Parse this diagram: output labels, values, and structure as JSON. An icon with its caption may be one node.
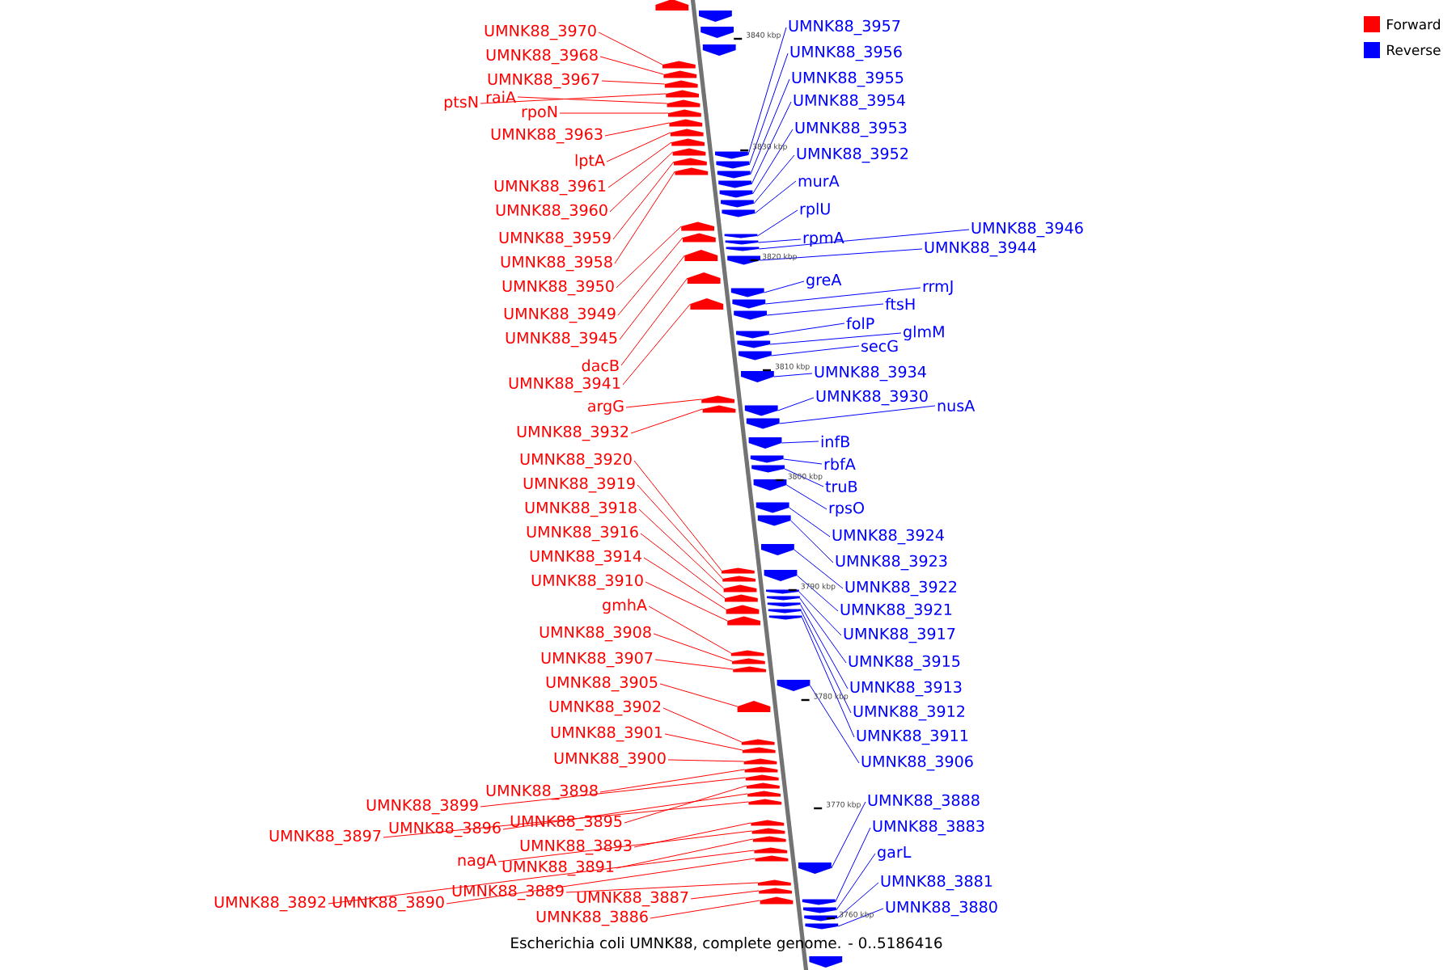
{
  "diagram": {
    "caption": "Escherichia coli UMNK88, complete genome. - 0..5186416",
    "nodes": [
      {
        "text": [
          "UMNK88_3970"
        ]
      },
      {
        "text": [
          "UMNK88_3968"
        ]
      },
      {
        "text": [
          "UMNK88_3967"
        ]
      },
      {
        "text": [
          "ptsN"
        ]
      },
      {
        "text": [
          "raiA"
        ]
      },
      {
        "text": [
          "rpoN"
        ]
      },
      {
        "text": [
          "UMNK88_3963"
        ]
      },
      {
        "text": [
          "lptA"
        ]
      },
      {
        "text": [
          "UMNK88_3961"
        ]
      },
      {
        "text": [
          "UMNK88_3960"
        ]
      },
      {
        "text": [
          "UMNK88_3959"
        ]
      },
      {
        "text": [
          "UMNK88_3958"
        ]
      },
      {
        "text": [
          "UMNK88_3950"
        ]
      },
      {
        "text": [
          "UMNK88_3949"
        ]
      },
      {
        "text": [
          "UMNK88_3945"
        ]
      },
      {
        "text": [
          "dacB"
        ]
      },
      {
        "text": [
          "UMNK88_3941"
        ]
      },
      {
        "text": [
          "argG"
        ]
      },
      {
        "text": [
          "UMNK88_3932"
        ]
      },
      {
        "text": [
          "UMNK88_3920"
        ]
      },
      {
        "text": [
          "UMNK88_3919"
        ]
      },
      {
        "text": [
          "UMNK88_3918"
        ]
      },
      {
        "text": [
          "UMNK88_3916"
        ]
      },
      {
        "text": [
          "UMNK88_3914"
        ]
      },
      {
        "text": [
          "UMNK88_3910"
        ]
      },
      {
        "text": [
          "gmhA"
        ]
      },
      {
        "text": [
          "UMNK88_3908"
        ]
      },
      {
        "text": [
          "UMNK88_3907"
        ]
      },
      {
        "text": [
          "UMNK88_3905"
        ]
      },
      {
        "text": [
          "UMNK88_3902"
        ]
      },
      {
        "text": [
          "UMNK88_3901"
        ]
      },
      {
        "text": [
          "UMNK88_3900"
        ]
      },
      {
        "text": [
          "UMNK88_3898"
        ]
      },
      {
        "text": [
          "UMNK88_3899"
        ]
      },
      {
        "text": [
          "UMNK88_3895"
        ]
      },
      {
        "text": [
          "UMNK88_3896"
        ]
      },
      {
        "text": [
          "UMNK88_3897"
        ]
      },
      {
        "text": [
          "UMNK88_3893"
        ]
      },
      {
        "text": [
          "nagA"
        ]
      },
      {
        "text": [
          "UMNK88_3891"
        ]
      },
      {
        "text": [
          "UMNK88_3889"
        ]
      },
      {
        "text": [
          "UMNK88_3887"
        ]
      },
      {
        "text": [
          "UMNK88_3892"
        ]
      },
      {
        "text": [
          "UMNK88_3890"
        ]
      },
      {
        "text": [
          "UMNK88_3886"
        ]
      },
      {
        "text": [
          "UMNK88_3957"
        ]
      },
      {
        "text": [
          "UMNK88_3956"
        ]
      },
      {
        "text": [
          "UMNK88_3955"
        ]
      },
      {
        "text": [
          "UMNK88_3954"
        ]
      },
      {
        "text": [
          "UMNK88_3953"
        ]
      },
      {
        "text": [
          "UMNK88_3952"
        ]
      },
      {
        "text": [
          "murA"
        ]
      },
      {
        "text": [
          "rplU"
        ]
      },
      {
        "text": [
          "UMNK88_3946"
        ]
      },
      {
        "text": [
          "rpmA"
        ]
      },
      {
        "text": [
          "UMNK88_3944"
        ]
      },
      {
        "text": [
          "greA"
        ]
      },
      {
        "text": [
          "rrmJ"
        ]
      },
      {
        "text": [
          "ftsH"
        ]
      },
      {
        "text": [
          "folP"
        ]
      },
      {
        "text": [
          "glmM"
        ]
      },
      {
        "text": [
          "secG"
        ]
      },
      {
        "text": [
          "UMNK88_3934"
        ]
      },
      {
        "text": [
          "UMNK88_3930"
        ]
      },
      {
        "text": [
          "nusA"
        ]
      },
      {
        "text": [
          "infB"
        ]
      },
      {
        "text": [
          "rbfA"
        ]
      },
      {
        "text": [
          "truB"
        ]
      },
      {
        "text": [
          "rpsO"
        ]
      },
      {
        "text": [
          "UMNK88_3924"
        ]
      },
      {
        "text": [
          "UMNK88_3923"
        ]
      },
      {
        "text": [
          "UMNK88_3922"
        ]
      },
      {
        "text": [
          "UMNK88_3921"
        ]
      },
      {
        "text": [
          "UMNK88_3917"
        ]
      },
      {
        "text": [
          "UMNK88_3915"
        ]
      },
      {
        "text": [
          "UMNK88_3913"
        ]
      },
      {
        "text": [
          "UMNK88_3912"
        ]
      },
      {
        "text": [
          "UMNK88_3911"
        ]
      },
      {
        "text": [
          "UMNK88_3906"
        ]
      },
      {
        "text": [
          "UMNK88_3888"
        ]
      },
      {
        "text": [
          "UMNK88_3883"
        ]
      },
      {
        "text": [
          "garL"
        ]
      },
      {
        "text": [
          "UMNK88_3881"
        ]
      },
      {
        "text": [
          "UMNK88_3880"
        ]
      },
      {
        "text": [],
        "shape": "arrow"
      },
      {
        "text": [],
        "shape": "arrow"
      },
      {
        "text": [],
        "shape": "arrow"
      },
      {
        "text": [],
        "shape": "arrow"
      },
      {
        "text": [],
        "shape": "arrow"
      },
      {
        "text": [],
        "shape": "arrow"
      },
      {
        "text": [],
        "shape": "arrow"
      },
      {
        "text": [],
        "shape": "arrow"
      },
      {
        "text": [],
        "shape": "arrow"
      },
      {
        "text": [],
        "shape": "arrow"
      },
      {
        "text": [],
        "shape": "arrow"
      },
      {
        "text": [],
        "shape": "arrow"
      },
      {
        "text": [],
        "shape": "arrow"
      },
      {
        "text": [],
        "shape": "arrow"
      },
      {
        "text": [],
        "shape": "arrow"
      },
      {
        "text": [],
        "shape": "arrow"
      },
      {
        "text": [],
        "shape": "arrow"
      },
      {
        "text": [],
        "shape": "arrow"
      },
      {
        "text": [],
        "shape": "arrow"
      },
      {
        "text": [],
        "shape": "arrow"
      },
      {
        "text": [],
        "shape": "arrow"
      },
      {
        "text": [],
        "shape": "arrow"
      },
      {
        "text": [],
        "shape": "arrow"
      },
      {
        "text": [],
        "shape": "arrow"
      },
      {
        "text": [],
        "shape": "arrow"
      },
      {
        "text": [],
        "shape": "arrow"
      },
      {
        "text": [],
        "shape": "arrow"
      },
      {
        "text": [],
        "shape": "arrow"
      },
      {
        "text": [],
        "shape": "arrow"
      },
      {
        "text": [],
        "shape": "arrow"
      },
      {
        "text": [],
        "shape": "arrow"
      },
      {
        "text": [],
        "shape": "arrow"
      },
      {
        "text": [],
        "shape": "arrow"
      },
      {
        "text": [],
        "shape": "arrow"
      },
      {
        "text": [],
        "shape": "arrow"
      },
      {
        "text": [],
        "shape": "arrow"
      },
      {
        "text": [],
        "shape": "arrow"
      },
      {
        "text": [],
        "shape": "arrow"
      },
      {
        "text": [],
        "shape": "arrow"
      },
      {
        "text": [],
        "shape": "arrow"
      },
      {
        "text": [],
        "shape": "arrow"
      },
      {
        "text": [],
        "shape": "arrow"
      },
      {
        "text": [],
        "shape": "arrow"
      },
      {
        "text": [],
        "shape": "arrow"
      },
      {
        "text": [],
        "shape": "arrow"
      },
      {
        "text": [],
        "shape": "arrow"
      },
      {
        "text": [],
        "shape": "arrow"
      },
      {
        "text": [],
        "shape": "arrow"
      },
      {
        "text": [],
        "shape": "arrow"
      },
      {
        "text": [],
        "shape": "arrow"
      },
      {
        "text": [],
        "shape": "arrow"
      },
      {
        "text": [],
        "shape": "arrow"
      },
      {
        "text": [],
        "shape": "arrow"
      },
      {
        "text": [],
        "shape": "arrow"
      },
      {
        "text": [],
        "shape": "arrow"
      },
      {
        "text": [],
        "shape": "arrow"
      },
      {
        "text": [],
        "shape": "arrow"
      },
      {
        "text": [],
        "shape": "arrow"
      },
      {
        "text": [],
        "shape": "arrow"
      },
      {
        "text": [],
        "shape": "arrow"
      },
      {
        "text": [],
        "shape": "arrow"
      },
      {
        "text": [],
        "shape": "arrow"
      },
      {
        "text": [],
        "shape": "arrow"
      },
      {
        "text": [],
        "shape": "arrow"
      },
      {
        "text": [],
        "shape": "arrow"
      },
      {
        "text": [],
        "shape": "arrow"
      },
      {
        "text": [],
        "shape": "arrow"
      },
      {
        "text": [],
        "shape": "arrow"
      },
      {
        "text": [],
        "shape": "arrow"
      },
      {
        "text": [],
        "shape": "arrow"
      },
      {
        "text": [],
        "shape": "arrow"
      },
      {
        "text": [],
        "shape": "arrow"
      },
      {
        "text": [],
        "shape": "arrow"
      },
      {
        "text": [],
        "shape": "arrow"
      },
      {
        "text": [],
        "shape": "arrow"
      },
      {
        "text": [],
        "shape": "arrow"
      },
      {
        "text": [],
        "shape": "arrow"
      },
      {
        "text": [],
        "shape": "arrow"
      },
      {
        "text": [],
        "shape": "arrow"
      },
      {
        "text": [],
        "shape": "arrow"
      },
      {
        "text": [],
        "shape": "arrow"
      },
      {
        "text": [],
        "shape": "arrow"
      },
      {
        "text": [],
        "shape": "arrow"
      },
      {
        "text": [],
        "shape": "arrow"
      },
      {
        "text": [],
        "shape": "arrow"
      },
      {
        "text": [],
        "shape": "arrow"
      },
      {
        "text": [],
        "shape": "arrow"
      },
      {
        "text": [],
        "shape": "arrow"
      },
      {
        "text": [],
        "shape": "arrow"
      }
    ],
    "edges": [
      {
        "from": 0,
        "to": 84,
        "arrow": "none"
      },
      {
        "from": 1,
        "to": 85,
        "arrow": "none"
      },
      {
        "from": 2,
        "to": 86,
        "arrow": "none"
      },
      {
        "from": 3,
        "to": 87,
        "arrow": "none"
      },
      {
        "from": 4,
        "to": 88,
        "arrow": "none"
      },
      {
        "from": 5,
        "to": 89,
        "arrow": "none"
      },
      {
        "from": 6,
        "to": 90,
        "arrow": "none"
      },
      {
        "from": 7,
        "to": 91,
        "arrow": "none"
      },
      {
        "from": 8,
        "to": 92,
        "arrow": "none"
      },
      {
        "from": 9,
        "to": 93,
        "arrow": "none"
      },
      {
        "from": 10,
        "to": 94,
        "arrow": "none"
      },
      {
        "from": 11,
        "to": 95,
        "arrow": "none"
      },
      {
        "from": 12,
        "to": 96,
        "arrow": "none"
      },
      {
        "from": 13,
        "to": 97,
        "arrow": "none"
      },
      {
        "from": 14,
        "to": 98,
        "arrow": "none"
      },
      {
        "from": 15,
        "to": 99,
        "arrow": "none"
      },
      {
        "from": 16,
        "to": 100,
        "arrow": "none"
      },
      {
        "from": 17,
        "to": 101,
        "arrow": "none"
      },
      {
        "from": 18,
        "to": 102,
        "arrow": "none"
      },
      {
        "from": 19,
        "to": 103,
        "arrow": "none"
      },
      {
        "from": 20,
        "to": 104,
        "arrow": "none"
      },
      {
        "from": 21,
        "to": 105,
        "arrow": "none"
      },
      {
        "from": 22,
        "to": 106,
        "arrow": "none"
      },
      {
        "from": 23,
        "to": 107,
        "arrow": "none"
      },
      {
        "from": 24,
        "to": 108,
        "arrow": "none"
      },
      {
        "from": 25,
        "to": 109,
        "arrow": "none"
      },
      {
        "from": 26,
        "to": 110,
        "arrow": "none"
      },
      {
        "from": 27,
        "to": 111,
        "arrow": "none"
      },
      {
        "from": 28,
        "to": 112,
        "arrow": "none"
      },
      {
        "from": 29,
        "to": 113,
        "arrow": "none"
      },
      {
        "from": 30,
        "to": 114,
        "arrow": "none"
      },
      {
        "from": 31,
        "to": 115,
        "arrow": "none"
      },
      {
        "from": 32,
        "to": 116,
        "arrow": "none"
      },
      {
        "from": 33,
        "to": 117,
        "arrow": "none"
      },
      {
        "from": 34,
        "to": 118,
        "arrow": "none"
      },
      {
        "from": 35,
        "to": 119,
        "arrow": "none"
      },
      {
        "from": 36,
        "to": 120,
        "arrow": "none"
      },
      {
        "from": 37,
        "to": 121,
        "arrow": "none"
      },
      {
        "from": 38,
        "to": 122,
        "arrow": "none"
      },
      {
        "from": 39,
        "to": 123,
        "arrow": "none"
      },
      {
        "from": 40,
        "to": 124,
        "arrow": "none"
      },
      {
        "from": 41,
        "to": 125,
        "arrow": "none"
      },
      {
        "from": 42,
        "to": 126,
        "arrow": "none"
      },
      {
        "from": 43,
        "to": 127,
        "arrow": "none"
      },
      {
        "from": 44,
        "to": 128,
        "arrow": "none"
      },
      {
        "from": 45,
        "to": 129,
        "arrow": "none",
        "color": "#0000ff"
      },
      {
        "from": 46,
        "to": 130,
        "arrow": "none",
        "color": "#0000ff"
      },
      {
        "from": 47,
        "to": 131,
        "arrow": "none",
        "color": "#0000ff"
      },
      {
        "from": 48,
        "to": 132,
        "arrow": "none",
        "color": "#0000ff"
      },
      {
        "from": 49,
        "to": 133,
        "arrow": "none",
        "color": "#0000ff"
      },
      {
        "from": 50,
        "to": 134,
        "arrow": "none",
        "color": "#0000ff"
      },
      {
        "from": 51,
        "to": 135,
        "arrow": "none",
        "color": "#0000ff"
      },
      {
        "from": 52,
        "to": 136,
        "arrow": "none",
        "color": "#0000ff"
      },
      {
        "from": 53,
        "to": 137,
        "arrow": "none",
        "color": "#0000ff"
      },
      {
        "from": 54,
        "to": 138,
        "arrow": "none",
        "color": "#0000ff"
      },
      {
        "from": 55,
        "to": 139,
        "arrow": "none",
        "color": "#0000ff"
      },
      {
        "from": 56,
        "to": 140,
        "arrow": "none",
        "color": "#0000ff"
      },
      {
        "from": 57,
        "to": 141,
        "arrow": "none",
        "color": "#0000ff"
      },
      {
        "from": 58,
        "to": 142,
        "arrow": "none",
        "color": "#0000ff"
      },
      {
        "from": 59,
        "to": 143,
        "arrow": "none",
        "color": "#0000ff"
      },
      {
        "from": 60,
        "to": 144,
        "arrow": "none",
        "color": "#0000ff"
      },
      {
        "from": 61,
        "to": 145,
        "arrow": "none",
        "color": "#0000ff"
      },
      {
        "from": 62,
        "to": 146,
        "arrow": "none",
        "color": "#0000ff"
      },
      {
        "from": 63,
        "to": 147,
        "arrow": "none",
        "color": "#0000ff"
      },
      {
        "from": 64,
        "to": 148,
        "arrow": "none",
        "color": "#0000ff"
      },
      {
        "from": 65,
        "to": 149,
        "arrow": "none",
        "color": "#0000ff"
      },
      {
        "from": 66,
        "to": 150,
        "arrow": "none",
        "color": "#0000ff"
      },
      {
        "from": 67,
        "to": 151,
        "arrow": "none",
        "color": "#0000ff"
      },
      {
        "from": 68,
        "to": 152,
        "arrow": "none",
        "color": "#0000ff"
      },
      {
        "from": 69,
        "to": 153,
        "arrow": "none",
        "color": "#0000ff"
      },
      {
        "from": 70,
        "to": 154,
        "arrow": "none",
        "color": "#0000ff"
      },
      {
        "from": 71,
        "to": 155,
        "arrow": "none",
        "color": "#0000ff"
      },
      {
        "from": 72,
        "to": 156,
        "arrow": "none",
        "color": "#0000ff"
      },
      {
        "from": 73,
        "to": 157,
        "arrow": "none",
        "color": "#0000ff"
      },
      {
        "from": 74,
        "to": 158,
        "arrow": "none",
        "color": "#0000ff"
      },
      {
        "from": 75,
        "to": 159,
        "arrow": "none",
        "color": "#0000ff"
      },
      {
        "from": 76,
        "to": 160,
        "arrow": "none",
        "color": "#0000ff"
      },
      {
        "from": 77,
        "to": 161,
        "arrow": "none",
        "color": "#0000ff"
      },
      {
        "from": 78,
        "to": 162,
        "arrow": "none",
        "color": "#0000ff"
      },
      {
        "from": 79,
        "to": 163,
        "arrow": "none",
        "color": "#0000ff"
      },
      {
        "from": 80,
        "to": 164,
        "arrow": "none",
        "color": "#0000ff"
      },
      {
        "from": 81,
        "to": 165,
        "arrow": "none",
        "color": "#0000ff"
      },
      {
        "from": 82,
        "to": 166,
        "arrow": "none",
        "color": "#0000ff"
      },
      {
        "from": 83,
        "to": 167,
        "arrow": "none",
        "color": "#0000ff"
      }
    ],
    "labels": [
      "3840 kbp",
      "3830 kbp",
      "3820 kbp",
      "3810 kbp",
      "3800 kbp",
      "3790 kbp",
      "3780 kbp",
      "3770 kbp",
      "3760 kbp"
    ],
    "legend": [
      {
        "text": "Forward",
        "color": "#ff0000"
      },
      {
        "text": "Reverse",
        "color": "#0000ff"
      }
    ]
  }
}
